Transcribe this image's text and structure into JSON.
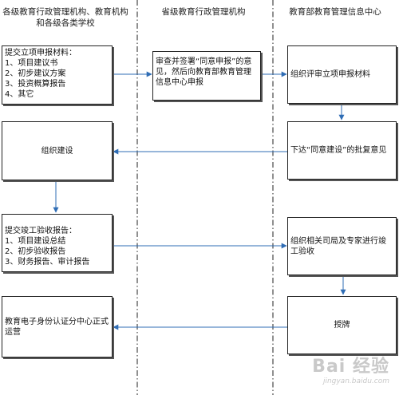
{
  "columns": [
    {
      "label": "各级教育行政管理机构、教育机构和各级各类学校"
    },
    {
      "label": "省级教育行政管理机构"
    },
    {
      "label": "教育部教育管理信息中心"
    }
  ],
  "boxes": {
    "submit_application": "提交立项申报材料：\n1、项目建议书\n2、初步建议方案\n3、投资概算报告\n4、其它",
    "provincial_review": "审查并签署“同意申报”的意见，然后向教育部教育管理信息中心申报",
    "organize_review": "组织评审立项申报材料",
    "approve_reply": "下达“同意建设”的批复意见",
    "organize_build": "组织建设",
    "submit_acceptance": "提交竣工验收报告：\n1、项目建设总结\n2、初步验收报告\n3、财务报告、审计报告",
    "organize_acceptance": "组织相关司局及专家进行竣工验收",
    "award_plaque": "授牌",
    "formal_operation": "教育电子身份认证分中心正式运营"
  },
  "watermark": {
    "logo": "Bai 经验",
    "url": "jingyan.baidu.com"
  },
  "colors": {
    "arrow": "#2f6db5",
    "line": "#222222"
  }
}
